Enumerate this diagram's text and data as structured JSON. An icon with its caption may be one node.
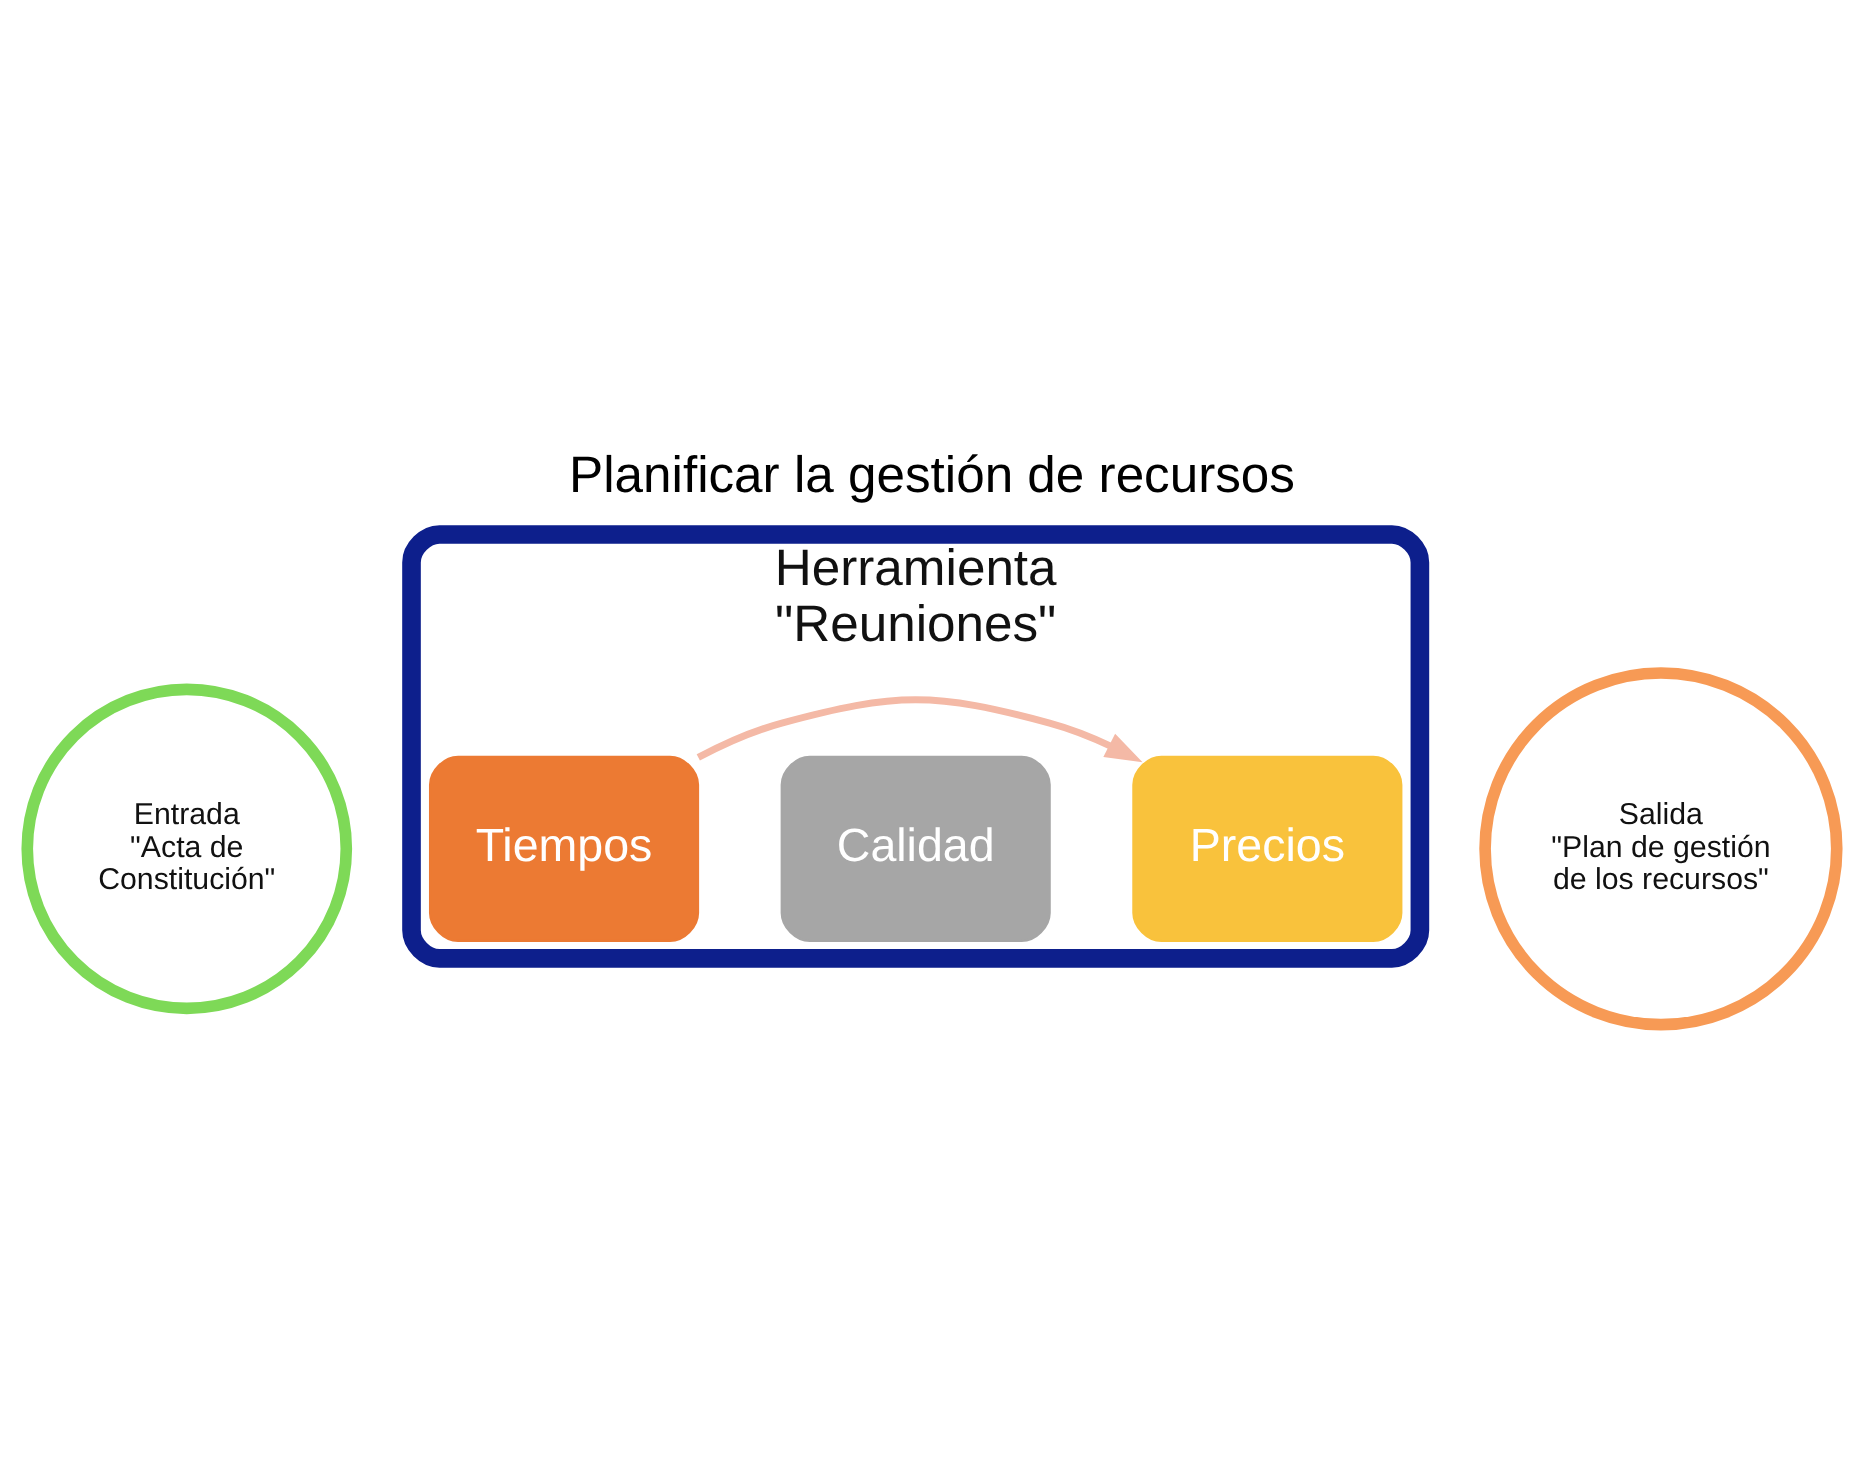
{
  "diagram": {
    "title": "Planificar la gestión de recursos",
    "nodes": [
      {
        "text": [
          "Entrada",
          "\"Acta de Constitución\""
        ]
      },
      {
        "text": [
          "Herramienta \"Reuniones\""
        ]
      },
      {
        "text": [
          "Tiempos"
        ],
        "in": 1
      },
      {
        "text": [
          "Calidad"
        ],
        "in": 1
      },
      {
        "text": [
          "Precios"
        ],
        "in": 1
      },
      {
        "text": [
          "Salida",
          "\"Plan de gestión de los recursos\""
        ]
      }
    ],
    "edges": [
      {
        "from": 2,
        "to": 4,
        "arrow": "to",
        "color": "#f4b9a6"
      }
    ]
  }
}
